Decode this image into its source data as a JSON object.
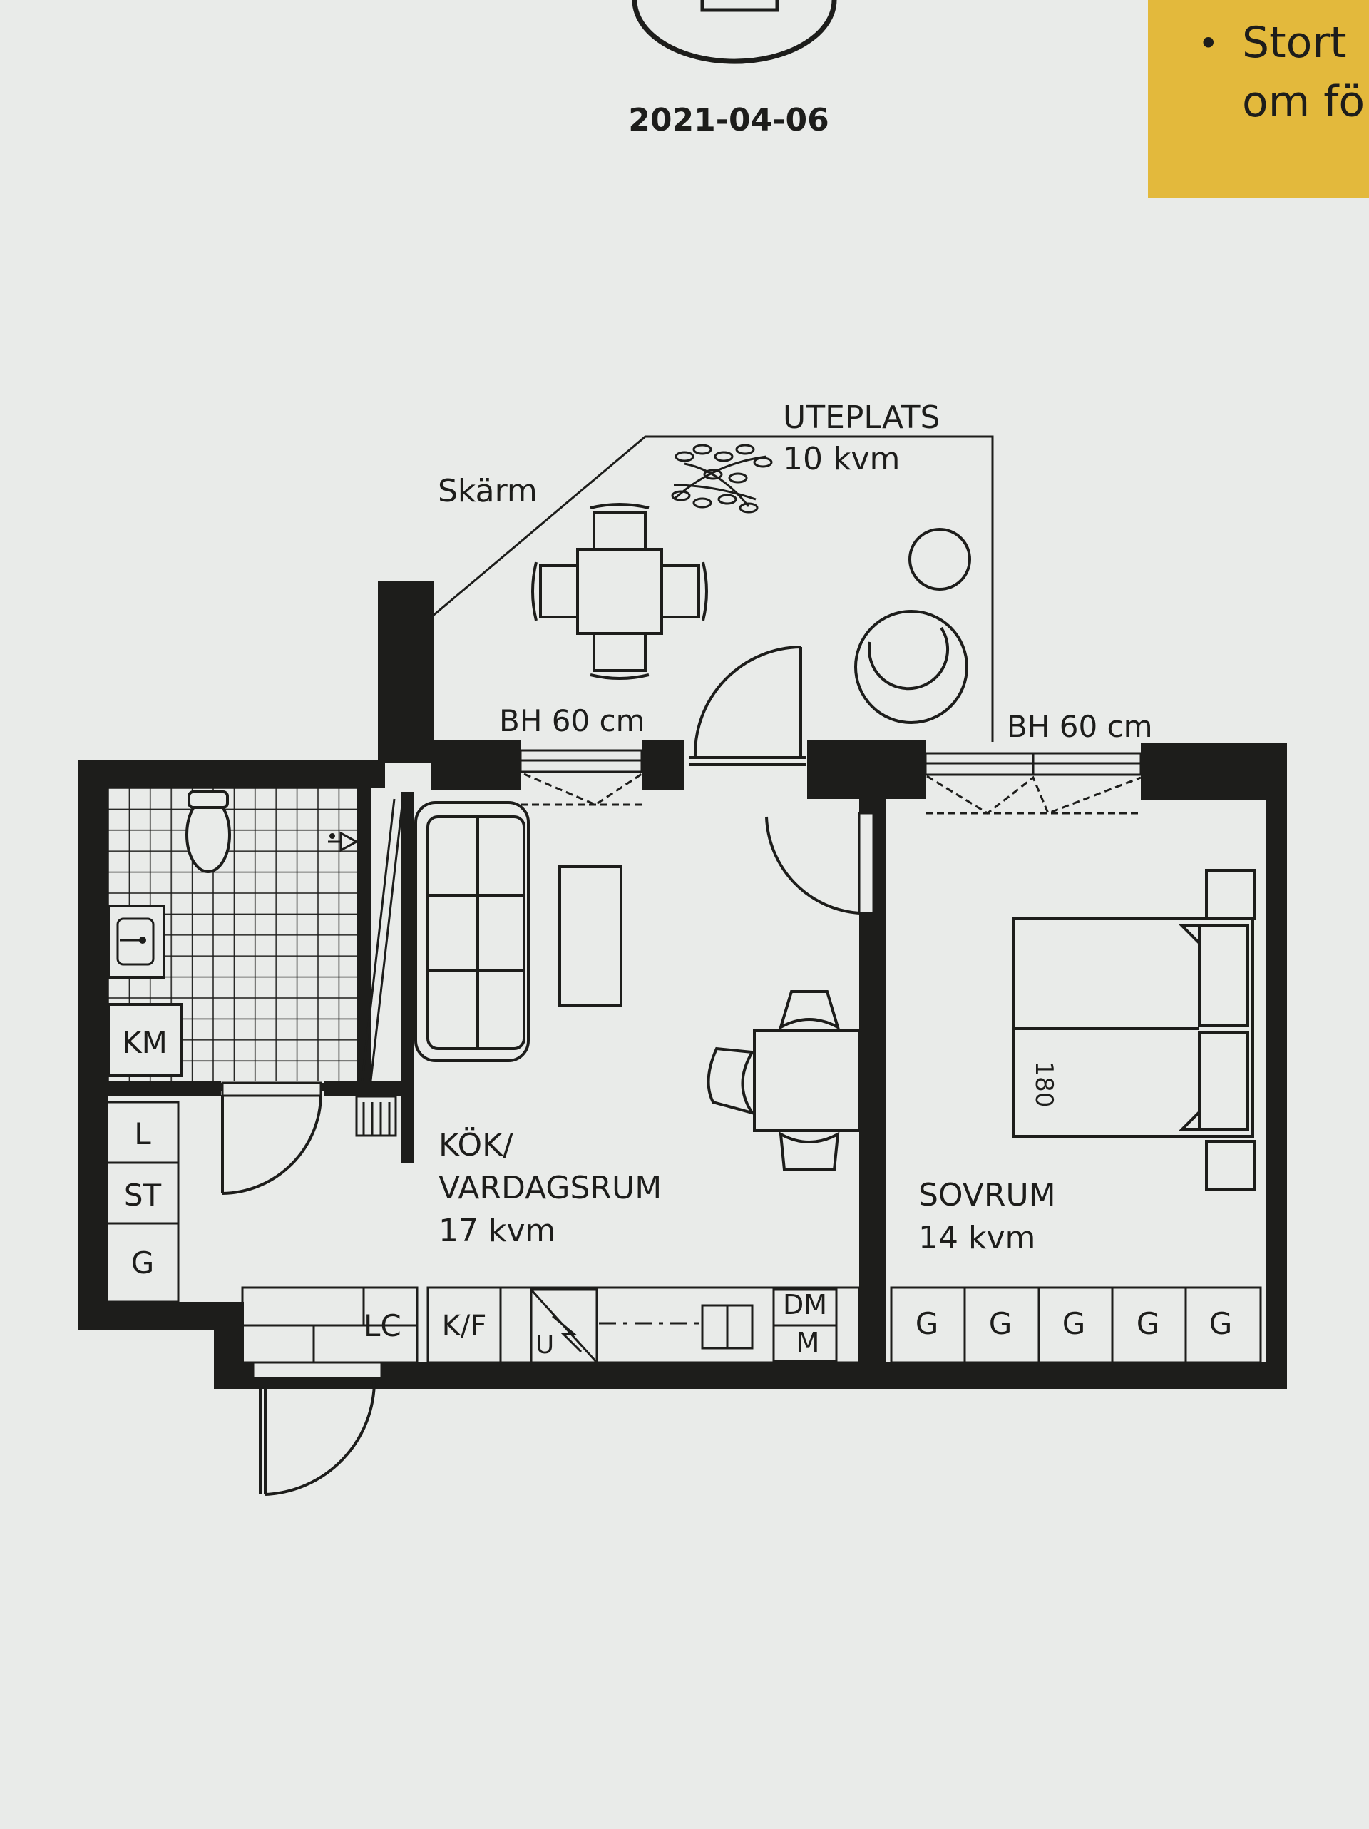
{
  "header": {
    "date": "2021-04-06",
    "info_bullet": "•",
    "info_lines": [
      "Stort",
      "om fö"
    ]
  },
  "outdoor": {
    "name": "UTEPLATS",
    "area": "10 kvm",
    "screen_label": "Skärm"
  },
  "windows": {
    "left_sill": "BH 60 cm",
    "right_sill": "BH 60 cm"
  },
  "rooms": {
    "living_name_line1": "KÖK/",
    "living_name_line2": "VARDAGSRUM",
    "living_area": "17 kvm",
    "bedroom_name": "SOVRUM",
    "bedroom_area": "14 kvm"
  },
  "fixtures": {
    "washer": "KM",
    "linen": "L",
    "cleaning": "ST",
    "wardrobe": "G",
    "shoe_cabinet": "LC",
    "fridge_freezer": "K/F",
    "oven": "U",
    "dishwasher": "DM",
    "microwave": "M",
    "bed_width": "180",
    "bedroom_wardrobes": [
      "G",
      "G",
      "G",
      "G",
      "G"
    ]
  },
  "colors": {
    "paper": "#e9ebe9",
    "ink": "#1d1d1b",
    "info_box": "#e3b93c"
  }
}
